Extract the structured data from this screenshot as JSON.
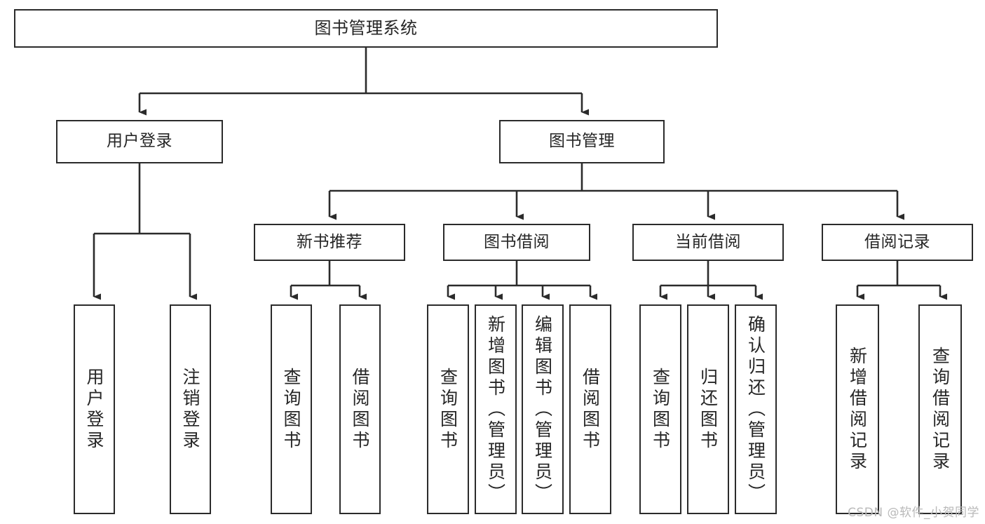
{
  "diagram": {
    "title": "图书管理系统",
    "type": "tree",
    "watermark": "CSDN @软件_小贺同学",
    "colors": {
      "box_border": "#2b2b2b",
      "box_fill": "#ffffff",
      "edge": "#2b2b2b",
      "text": "#262626",
      "watermark": "#b9b9b9",
      "background": "#ffffff"
    },
    "nodes": {
      "root": {
        "label": "图书管理系统",
        "level": 0
      },
      "user_login": {
        "label": "用户登录",
        "level": 1
      },
      "book_manage": {
        "label": "图书管理",
        "level": 1
      },
      "new_book_rec": {
        "label": "新书推荐",
        "level": 2
      },
      "book_borrow": {
        "label": "图书借阅",
        "level": 2
      },
      "current_borrow": {
        "label": "当前借阅",
        "level": 2
      },
      "borrow_record": {
        "label": "借阅记录",
        "level": 2
      },
      "leaf_user_login": {
        "label": "用户登录",
        "level": 3,
        "parent": "user_login"
      },
      "leaf_logout": {
        "label": "注销登录",
        "level": 3,
        "parent": "user_login"
      },
      "leaf_query_book_1": {
        "label": "查询图书",
        "level": 3,
        "parent": "new_book_rec"
      },
      "leaf_borrow_book_1": {
        "label": "借阅图书",
        "level": 3,
        "parent": "new_book_rec"
      },
      "leaf_query_book_2": {
        "label": "查询图书",
        "level": 3,
        "parent": "book_borrow"
      },
      "leaf_add_book": {
        "label": "新增图书（管理员）",
        "level": 3,
        "parent": "book_borrow"
      },
      "leaf_edit_book": {
        "label": "编辑图书（管理员）",
        "level": 3,
        "parent": "book_borrow"
      },
      "leaf_borrow_book_2": {
        "label": "借阅图书",
        "level": 3,
        "parent": "book_borrow"
      },
      "leaf_query_book_3": {
        "label": "查询图书",
        "level": 3,
        "parent": "current_borrow"
      },
      "leaf_return_book": {
        "label": "归还图书",
        "level": 3,
        "parent": "current_borrow"
      },
      "leaf_confirm_return": {
        "label": "确认归还（管理员）",
        "level": 3,
        "parent": "current_borrow"
      },
      "leaf_add_record": {
        "label": "新增借阅记录",
        "level": 3,
        "parent": "borrow_record"
      },
      "leaf_query_record": {
        "label": "查询借阅记录",
        "level": 3,
        "parent": "borrow_record"
      }
    }
  }
}
